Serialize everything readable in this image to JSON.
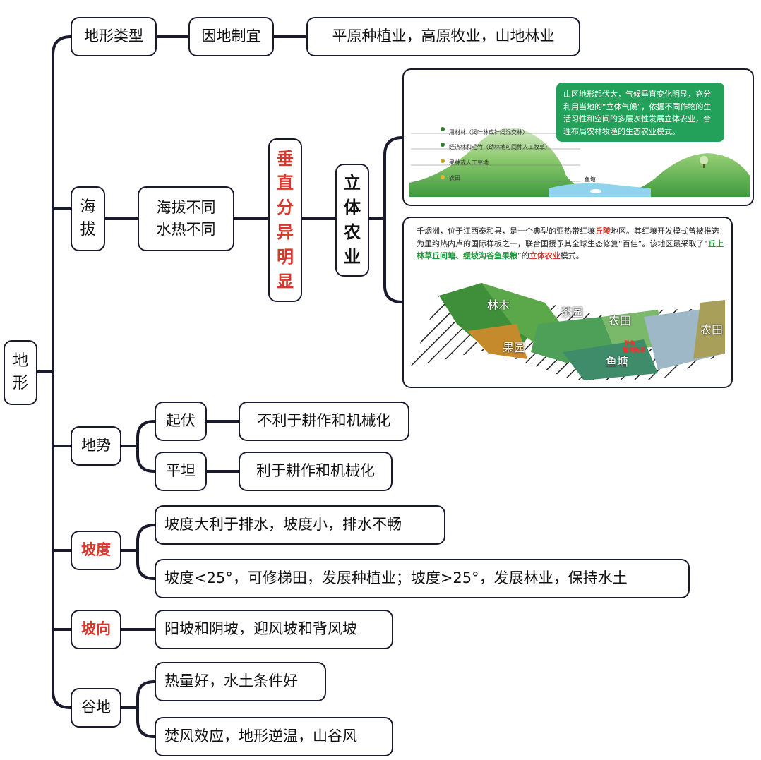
{
  "root": {
    "chars": [
      "地",
      "形"
    ]
  },
  "terrain_type": {
    "label": "地形类型",
    "principle": "因地制宜",
    "detail": "平原种植业，高原牧业，山地林业"
  },
  "altitude": {
    "chars": [
      "海",
      "拔"
    ],
    "effect_line1": "海拔不同",
    "effect_line2": "水热不同",
    "vertical_diff_chars": [
      "垂",
      "直",
      "分",
      "异",
      "明",
      "显"
    ],
    "agri_chars": [
      "立",
      "体",
      "农",
      "业"
    ]
  },
  "card1": {
    "note": "山区地形起伏大，气候垂直变化明显，充分利用当地的“立体气候”，依据不同作物的生活习性和空间的多层次性发展立体农业，合理布局农林牧渔的生态农业模式。",
    "layer1": "用材林（阔叶林或针阔混交林）",
    "layer2": "经济林和毛竹（幼林地可间种人工牧草）",
    "layer3": "果林或人工草地",
    "layer4": "农田",
    "pond": "鱼塘"
  },
  "card2": {
    "para_a": "千烟洲，位于江西泰和县，是一个典型的亚热带红壤",
    "para_hl1": "丘陵",
    "para_b": "地区。其红壤开发模式曾被推选为里约热内卢的国际样板之一，联合国授予其全球生态修复“百佳”。该地区最采取了“",
    "para_hl2": "丘上林草丘间塘、缓坡沟谷鱼果粮",
    "para_c": "”的",
    "para_hl3": "立体农业",
    "para_d": "模式。",
    "labels": [
      "林木",
      "茶园",
      "农田",
      "果园",
      "鱼塘",
      "农田"
    ],
    "red_notes": [
      "养鱼",
      "蓄洪防旱"
    ]
  },
  "slope_form": {
    "label": "地势",
    "undulating": "起伏",
    "undulating_effect": "不利于耕作和机械化",
    "flat": "平坦",
    "flat_effect": "利于耕作和机械化"
  },
  "gradient": {
    "label": "坡度",
    "item1": "坡度大利于排水，坡度小，排水不畅",
    "item2": "坡度<25°，可修梯田，发展种植业；坡度>25°，发展林业，保持水土"
  },
  "aspect": {
    "label": "坡向",
    "item1": "阳坡和阴坡，迎风坡和背风坡"
  },
  "valley": {
    "label": "谷地",
    "item1": "热量好，水土条件好",
    "item2": "焚风效应，地形逆温，山谷风"
  },
  "colors": {
    "line": "#1a1a2e",
    "accent_red": "#d9372b",
    "note_green": "#23a15a"
  },
  "icons": [
    "tree-icon",
    "fish-icon"
  ]
}
